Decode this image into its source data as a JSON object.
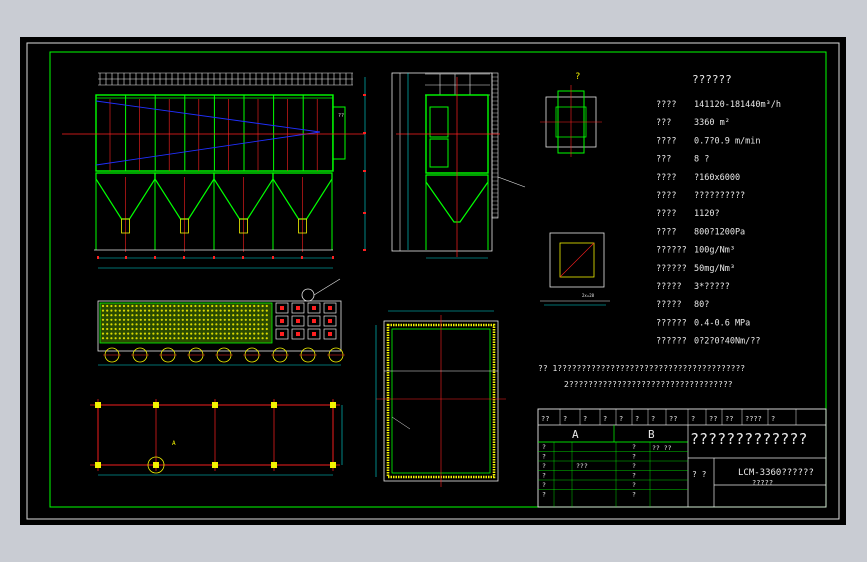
{
  "colors": {
    "background": "#000000",
    "frame": "#00ff00",
    "outline": "#00ff00",
    "centerline": "#ff2020",
    "dimension": "#00e0e0",
    "text": "#e8e8e8",
    "highlight": "#f2f200",
    "filter_bags": "#d8d800",
    "diagonal": "#2030ff"
  },
  "spec_table": {
    "title": "??????",
    "rows": [
      {
        "label": "????",
        "value": "141120-181440m³/h"
      },
      {
        "label": "???",
        "value": "3360  m²"
      },
      {
        "label": "????",
        "value": "0.7?0.9 m/min"
      },
      {
        "label": "???",
        "value": "8    ?"
      },
      {
        "label": "????",
        "value": "?160x6000"
      },
      {
        "label": "????",
        "value": "??????????"
      },
      {
        "label": "????",
        "value": "1120?"
      },
      {
        "label": "????",
        "value": "800?1200Pa"
      },
      {
        "label": "??????",
        "value": "100g/Nm³"
      },
      {
        "label": "??????",
        "value": "50mg/Nm³"
      },
      {
        "label": "?????",
        "value": "3*?????"
      },
      {
        "label": "?????",
        "value": "80?"
      },
      {
        "label": "??????",
        "value": "0.4-0.6 MPa"
      },
      {
        "label": "??????",
        "value": "0?2?0?40Nm/??"
      }
    ]
  },
  "notes": [
    "?? 1???????????????????????????????????????",
    "2??????????????????????????????????"
  ],
  "title_block": {
    "column_a": "A",
    "column_b": "B",
    "header_cells": [
      "??",
      "?",
      "?",
      "?",
      "?",
      "?",
      "?",
      "??",
      "?",
      "??",
      "??",
      "????",
      "?"
    ],
    "drawing_title": "?????????????",
    "drawing_number": "LCM-3360??????",
    "drawing_subtitle": "?????",
    "side_label": "? ?",
    "row_markers": [
      "?",
      "?",
      "?",
      "?",
      "?",
      "?"
    ],
    "row_text": "???",
    "small_label": "?? ??"
  },
  "callouts": {
    "detail_a": "A",
    "section_mark": "?",
    "dim_hole": "2x=28"
  }
}
